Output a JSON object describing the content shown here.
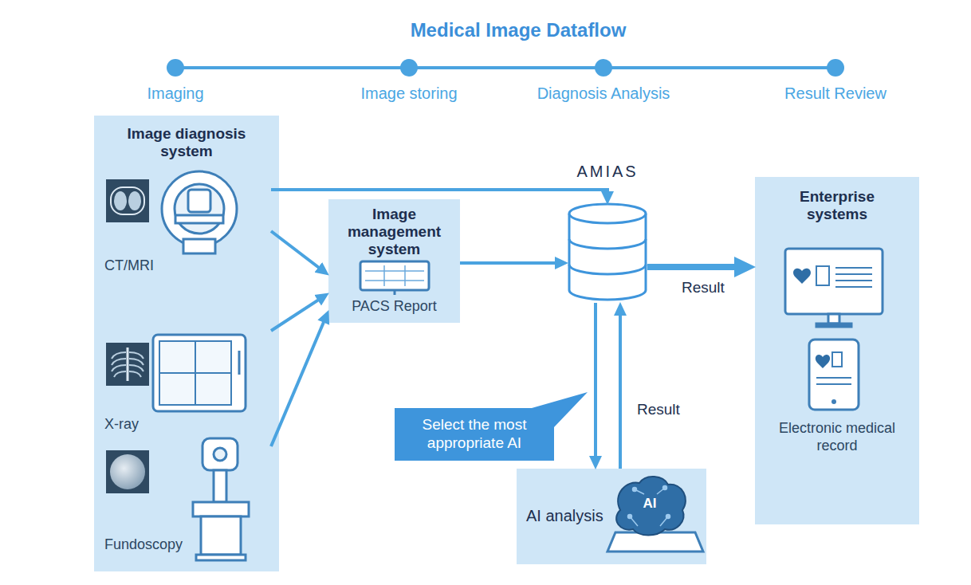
{
  "diagram": {
    "title": "Medical Image Dataflow",
    "nodes": [
      {
        "text": [
          "Image diagnosis system"
        ]
      },
      {
        "text": [
          "CT/MRI"
        ],
        "in": 0
      },
      {
        "text": [
          "X-ray"
        ],
        "in": 0
      },
      {
        "text": [
          "Fundoscopy"
        ],
        "in": 0
      },
      {
        "text": [
          "Image management system",
          "PACS Report"
        ]
      },
      {
        "text": [
          "AMIAS"
        ]
      },
      {
        "text": [
          "Select the most appropriate AI"
        ]
      },
      {
        "text": [
          "AI analysis"
        ]
      },
      {
        "text": [
          "Enterprise systems",
          "Electronic medical record"
        ]
      }
    ],
    "edges": [
      {
        "from": 1,
        "to": 5,
        "arrow": "to"
      },
      {
        "from": 1,
        "to": 4,
        "arrow": "to"
      },
      {
        "from": 2,
        "to": 4,
        "arrow": "to"
      },
      {
        "from": 3,
        "to": 4,
        "arrow": "to"
      },
      {
        "from": 4,
        "to": 5,
        "arrow": "to"
      },
      {
        "from": 5,
        "to": 8,
        "label": "Result",
        "arrow": "to"
      },
      {
        "from": 5,
        "to": 7,
        "arrow": "to"
      },
      {
        "from": 7,
        "to": 5,
        "label": "Result",
        "arrow": "to"
      }
    ],
    "labels": [
      "Imaging",
      "Image storing",
      "Diagnosis Analysis",
      "Result Review",
      "AI"
    ]
  }
}
